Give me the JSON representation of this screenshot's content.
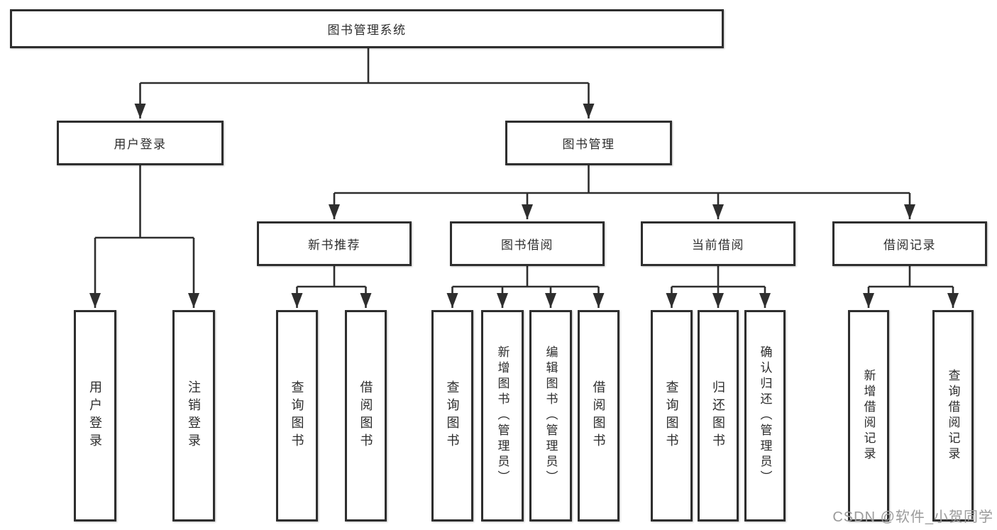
{
  "diagram": {
    "root": {
      "label": "图书管理系统"
    },
    "level2": [
      {
        "label": "用户登录"
      },
      {
        "label": "图书管理"
      }
    ],
    "level3": [
      {
        "label": "新书推荐"
      },
      {
        "label": "图书借阅"
      },
      {
        "label": "当前借阅"
      },
      {
        "label": "借阅记录"
      }
    ],
    "leaves": {
      "user_login": [
        "用户登录",
        "注销登录"
      ],
      "new_book": [
        "查询图书",
        "借阅图书"
      ],
      "book_borrow": [
        "查询图书",
        "新增图书（管理员）",
        "编辑图书（管理员）",
        "借阅图书"
      ],
      "current_borrow": [
        "查询图书",
        "归还图书",
        "确认归还（管理员）"
      ],
      "borrow_record": [
        "新增借阅记录",
        "查询借阅记录"
      ]
    }
  },
  "watermark": {
    "text": "CSDN @软件_小贺同学"
  },
  "colors": {
    "line": "#2e2e2e",
    "box_border": "#2e2e2e",
    "text": "#2d2d2d",
    "watermark": "#9b9b9b",
    "background": "#ffffff"
  }
}
